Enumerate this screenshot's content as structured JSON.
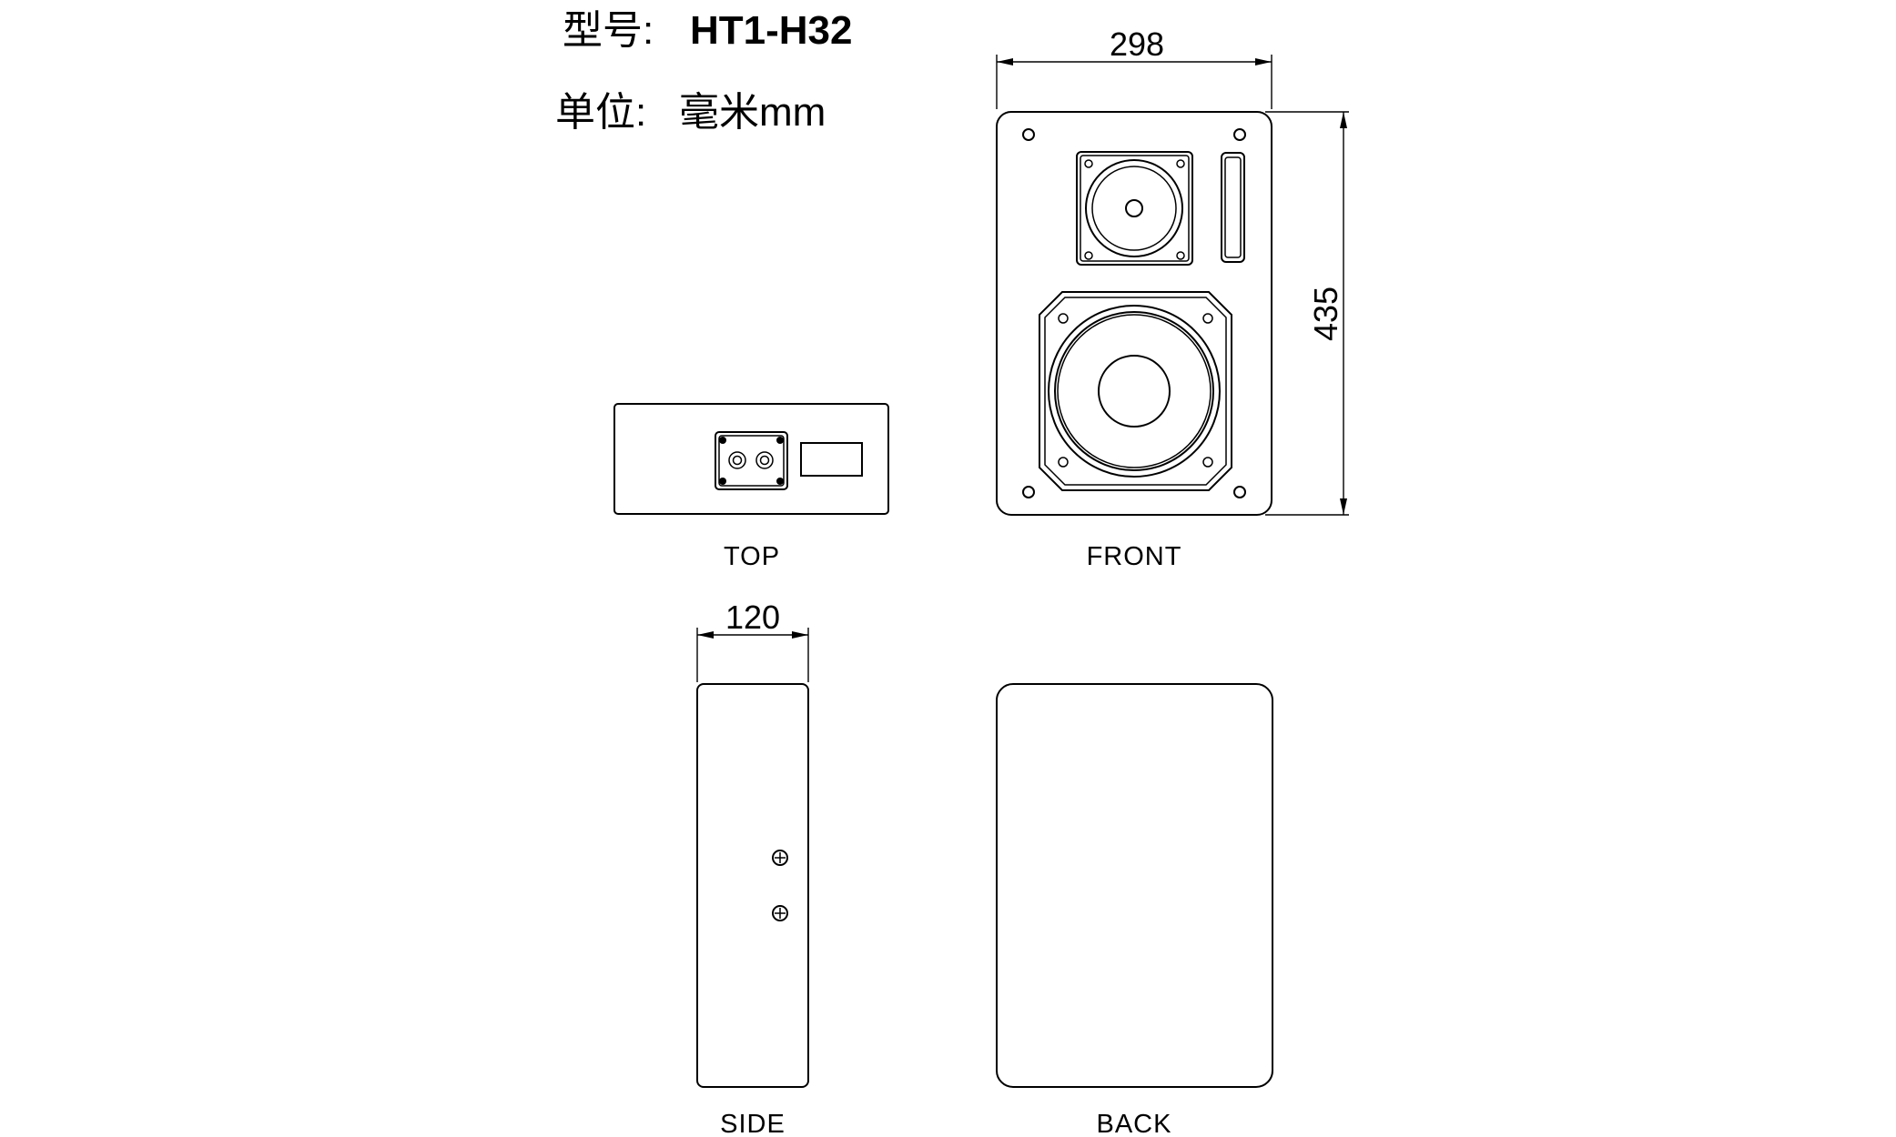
{
  "header": {
    "model_label": "型号:",
    "model_value": "HT1-H32",
    "unit_label": "单位:",
    "unit_value": "毫米mm"
  },
  "views": {
    "top": "TOP",
    "front": "FRONT",
    "side": "SIDE",
    "back": "BACK"
  },
  "dimensions": {
    "width": "298",
    "height": "435",
    "depth": "120"
  }
}
